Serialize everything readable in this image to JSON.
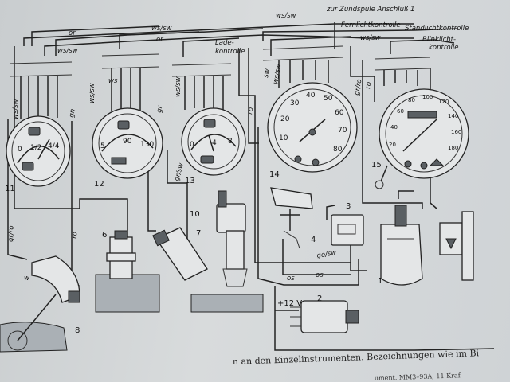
{
  "wire_labels": {
    "or_1": "or",
    "ws_sw_1": "ws/sw",
    "ws_sw_2": "ws/sw",
    "or_2": "or",
    "lade_1": "Lade-",
    "lade_2": "kontrolle",
    "ws_sw_3": "ws/sw",
    "zund": "zur Zündspule Anschluß 1",
    "fern": "Fernlichtkontrolle",
    "stand": "Standlichtkontrolle",
    "ws_sw_4": "ws/sw",
    "blink_1": "Blinklicht-",
    "blink_2": "kontrolle",
    "ws_sw_g1": "ws/sw",
    "gn_1": "gn",
    "ws_sw_g2": "ws/sw",
    "ws_g2": "ws",
    "gr_1": "gr",
    "ws_sw_g3": "ws/sw",
    "ro_1": "ro",
    "sw_1": "sw",
    "ws_sw_g4": "ws/sw",
    "gr_ro_r": "gr/ro",
    "ro_r": "ro",
    "gr_ro_l": "gr/ro",
    "ro_l": "ro",
    "gr_sw": "gr/sw",
    "ge_sw": "ge/sw",
    "os_1": "os",
    "os_2": "os",
    "volt": "+12 V",
    "w": "w"
  },
  "gauges": {
    "fuel": [
      "0",
      "1/2",
      "4/4"
    ],
    "temp": [
      "5",
      "90",
      "130"
    ],
    "oil": [
      "0",
      "4",
      "8"
    ],
    "tacho": [
      "10",
      "20",
      "30",
      "40",
      "50",
      "60",
      "70",
      "80"
    ],
    "speedo": [
      "20",
      "40",
      "60",
      "80",
      "100",
      "120",
      "140",
      "160",
      "180"
    ]
  },
  "callouts": [
    "1",
    "2",
    "3",
    "4",
    "6",
    "7",
    "8",
    "10",
    "11",
    "12",
    "13",
    "14",
    "15"
  ],
  "caption": {
    "line1": "n an den Einzelinstrumenten. Bezeichnungen wie im Bi",
    "line2": "ument. MM3–93A; 11 Kraf"
  }
}
